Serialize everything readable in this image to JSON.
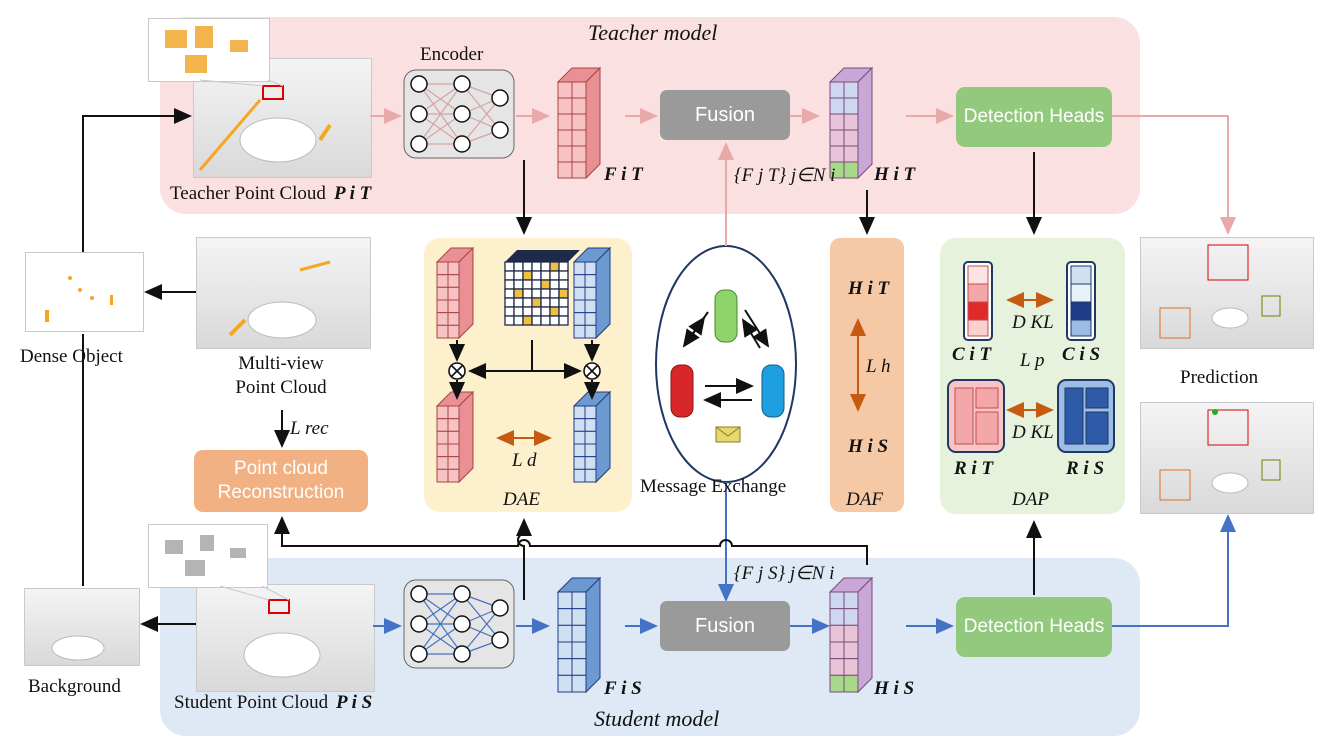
{
  "teacher_title": "Teacher model",
  "student_title": "Student model",
  "encoder_label": "Encoder",
  "fusion_label": "Fusion",
  "detection_heads_label": "Detection Heads",
  "teacher_pc_label": "Teacher Point Cloud",
  "student_pc_label": "Student Point Cloud",
  "dense_object_label": "Dense Object",
  "background_label": "Background",
  "multiview_label": "Multi-view Point Cloud",
  "recon_label": "Point cloud Reconstruction",
  "loss_rec": "L rec",
  "dae_label": "DAE",
  "loss_d": "L d",
  "message_exchange_label": "Message Exchange",
  "daf_label": "DAF",
  "loss_h": "L h",
  "dap_label": "DAP",
  "dkl_label": "D KL",
  "loss_p": "L p",
  "prediction_label": "Prediction",
  "symbols": {
    "P_T": "P i T",
    "P_S": "P i S",
    "F_T": "F i T",
    "F_S": "F i S",
    "H_T": "H i T",
    "H_S": "H i S",
    "C_T": "C i T",
    "C_S": "C i S",
    "R_T": "R i T",
    "R_S": "R i S",
    "Fj_T": "{F j T} j∈N i",
    "Fj_S": "{F j S} j∈N i"
  },
  "colors": {
    "teacher_band": "#fbe0e1",
    "student_band": "#dfe9f5",
    "dae_panel": "#fdf0cc",
    "daf_panel": "#f6c9a6",
    "dap_panel": "#e6f2dc",
    "fusion": "#9a9a9a",
    "detection": "#93c97d",
    "recon": "#f1b183",
    "teacher_arrow": "#e8a9a8",
    "student_arrow": "#4472c4",
    "orange_arrow": "#c55a11"
  }
}
